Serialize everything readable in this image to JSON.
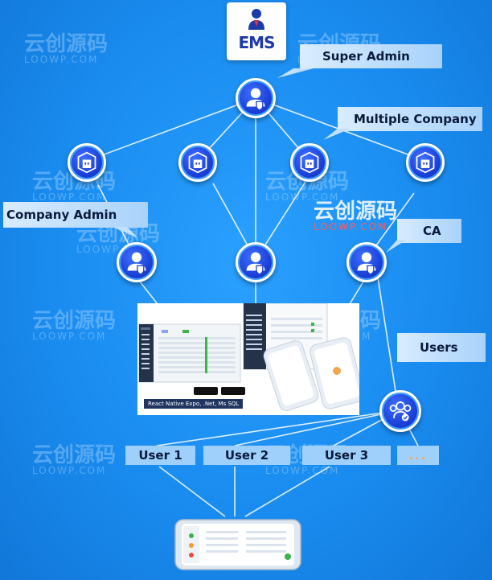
{
  "logo": {
    "text": "EMS",
    "icon": "ems-user-logo-icon"
  },
  "labels": {
    "super_admin": "Super Admin",
    "multiple_company": "Multiple Company",
    "company_admin": "Company Admin",
    "ca": "CA",
    "users": "Users"
  },
  "users": [
    "User 1",
    "User 2",
    "User 3",
    "..."
  ],
  "screens_caption": "React Native Expo, .Net, Ms SQL",
  "watermark": {
    "cn": "云创源码",
    "en": "LOOWP.COM"
  },
  "colors": {
    "background": "#1a8cf0",
    "node": "#1a3fd6",
    "label_bg": "#d9ecff",
    "line": "#ffffff",
    "watermark_accent": "#ff5a5a"
  },
  "icons": {
    "super_admin_node": "admin-user-icon",
    "company_nodes": "company-building-icon",
    "company_admin_nodes": "admin-user-icon",
    "users_node": "user-group-icon",
    "phone": "mobile-phone-icon"
  }
}
